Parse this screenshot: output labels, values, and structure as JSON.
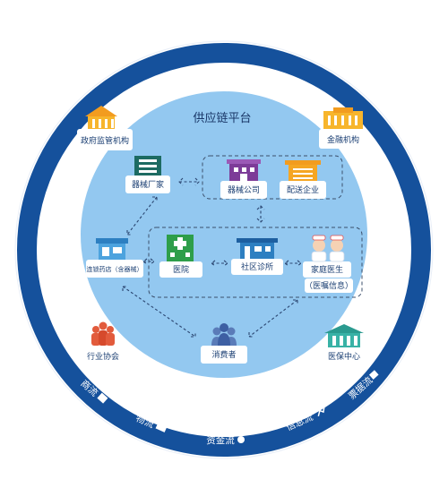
{
  "platform_title": "供应链平台",
  "nodes": {
    "gov": "政府监管机构",
    "finance": "金融机构",
    "manufacturer": "器械厂家",
    "equipment_company": "器械公司",
    "distribution": "配送企业",
    "pharmacy": "连锁药店（含器械）",
    "hospital": "医院",
    "clinic": "社区诊所",
    "family_doctor": "家庭医生",
    "medical_advice": "（医嘱信息）",
    "association": "行业协会",
    "consumer": "消费者",
    "insurance": "医保中心"
  },
  "flows": {
    "commerce": "商流",
    "logistics": "物流",
    "capital": "资金流",
    "information": "信息流",
    "data": "票据流"
  },
  "colors": {
    "ring": "#15519c",
    "inner_circle": "#93c8f0",
    "card_text": "#1b3f73"
  }
}
